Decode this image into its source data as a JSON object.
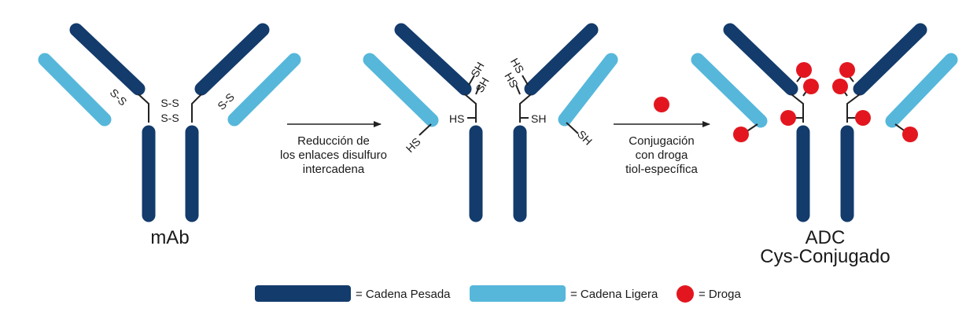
{
  "colors": {
    "heavy_chain": "#133B6C",
    "light_chain": "#56B7DB",
    "drug": "#E3161F",
    "text": "#1a1a1a"
  },
  "bond_labels": {
    "disulfide": "S-S",
    "thiol_right": "SH",
    "thiol_left": "HS"
  },
  "stages": {
    "mab": {
      "label": "mAb"
    },
    "reduced": {},
    "adc": {
      "label_line1": "ADC",
      "label_line2": "Cys-Conjugado"
    }
  },
  "arrows": {
    "reduction": {
      "lines": [
        "Reducción de",
        "los enlaces disulfuro",
        "intercadena"
      ]
    },
    "conjugation": {
      "lines": [
        "Conjugación",
        "con droga",
        "tiol-específica"
      ]
    }
  },
  "legend": {
    "heavy": "= Cadena Pesada",
    "light": "= Cadena Ligera",
    "drug": "= Droga"
  }
}
